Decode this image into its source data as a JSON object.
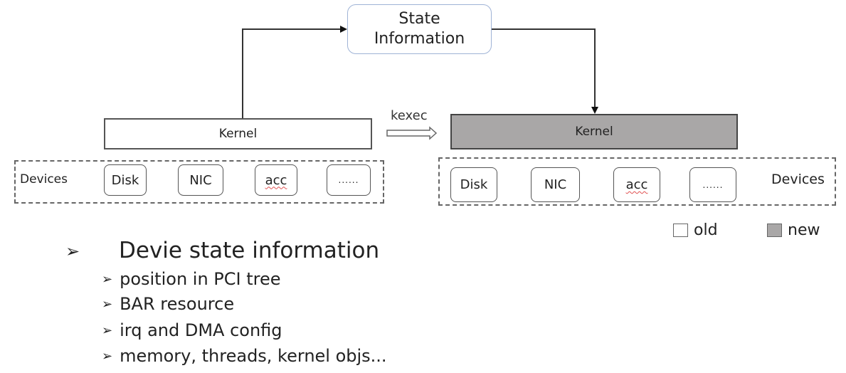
{
  "state_box": {
    "line1": "State",
    "line2": "Information"
  },
  "old_kernel": {
    "label": "Kernel"
  },
  "new_kernel": {
    "label": "Kernel"
  },
  "transition": {
    "label": "kexec"
  },
  "old_devices": {
    "group_label": "Devices",
    "items": [
      "Disk",
      "NIC",
      "acc",
      "......"
    ]
  },
  "new_devices": {
    "group_label": "Devices",
    "items": [
      "Disk",
      "NIC",
      "acc",
      "......"
    ]
  },
  "legend": {
    "items": [
      {
        "label": "old",
        "color": "#ffffff"
      },
      {
        "label": "new",
        "color": "#a9a7a7"
      }
    ]
  },
  "bullets": {
    "main_marker": "➢",
    "sub_marker": "➢",
    "title": "Devie state information",
    "items": [
      "position in PCI tree",
      "BAR resource",
      "irq and DMA config",
      "memory, threads, kernel objs..."
    ]
  },
  "colors": {
    "new_fill": "#a9a7a7",
    "state_border": "#9fb3d6"
  }
}
